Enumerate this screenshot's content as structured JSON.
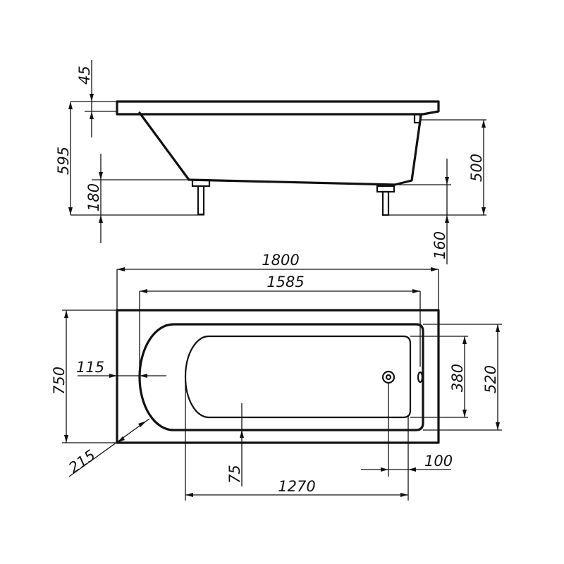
{
  "drawing": {
    "side_view": {
      "rim_thickness": "45",
      "total_height": "595",
      "leg_height_left": "180",
      "tub_height": "500",
      "leg_height_right": "160"
    },
    "top_view": {
      "overall_length": "1800",
      "inner_length": "1585",
      "overall_width": "750",
      "basin_width": "520",
      "bottom_width": "380",
      "head_radius": "115",
      "corner_diagonal": "215",
      "offset_bottom": "75",
      "bottom_length": "1270",
      "drain_offset": "100"
    }
  }
}
